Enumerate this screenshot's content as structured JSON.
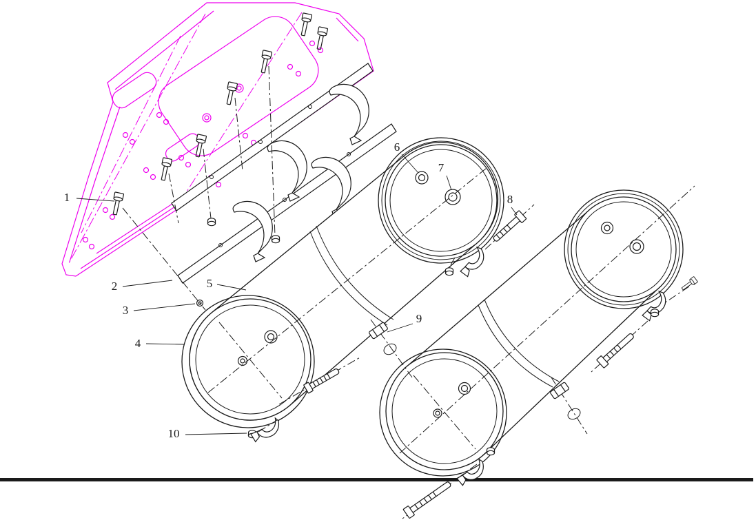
{
  "colors": {
    "frame": "#ee00ee",
    "ink": "#1a1a1a",
    "background": "#ffffff"
  },
  "diagram": {
    "callouts": [
      {
        "label": "1"
      },
      {
        "label": "2"
      },
      {
        "label": "3"
      },
      {
        "label": "4"
      },
      {
        "label": "5"
      },
      {
        "label": "6"
      },
      {
        "label": "7"
      },
      {
        "label": "8"
      },
      {
        "label": "9"
      },
      {
        "label": "10"
      }
    ]
  }
}
